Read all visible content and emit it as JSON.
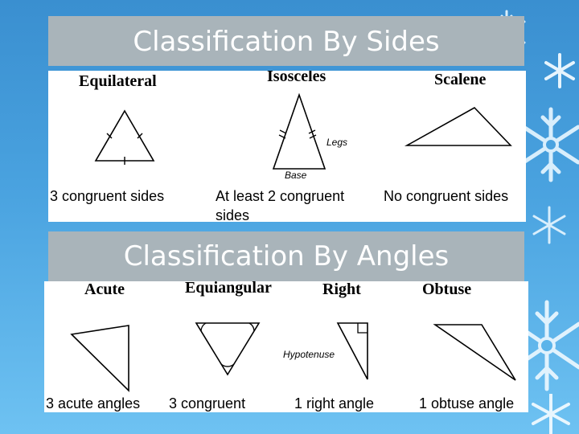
{
  "sides": {
    "title": "Classification By Sides",
    "types": [
      {
        "name": "Equilateral",
        "description": "3 congruent sides"
      },
      {
        "name": "Isosceles",
        "description": "At least 2 congruent",
        "description_cont": "sides",
        "legs_label": "Legs",
        "base_label": "Base"
      },
      {
        "name": "Scalene",
        "description": "No congruent sides"
      }
    ]
  },
  "angles": {
    "title": "Classification By Angles",
    "types": [
      {
        "name": "Acute",
        "description": "3 acute angles"
      },
      {
        "name": "Equiangular",
        "description": "3 congruent"
      },
      {
        "name": "Right",
        "description": "1 right angle",
        "hypotenuse_label": "Hypotenuse"
      },
      {
        "name": "Obtuse",
        "description": "1 obtuse angle"
      }
    ]
  }
}
